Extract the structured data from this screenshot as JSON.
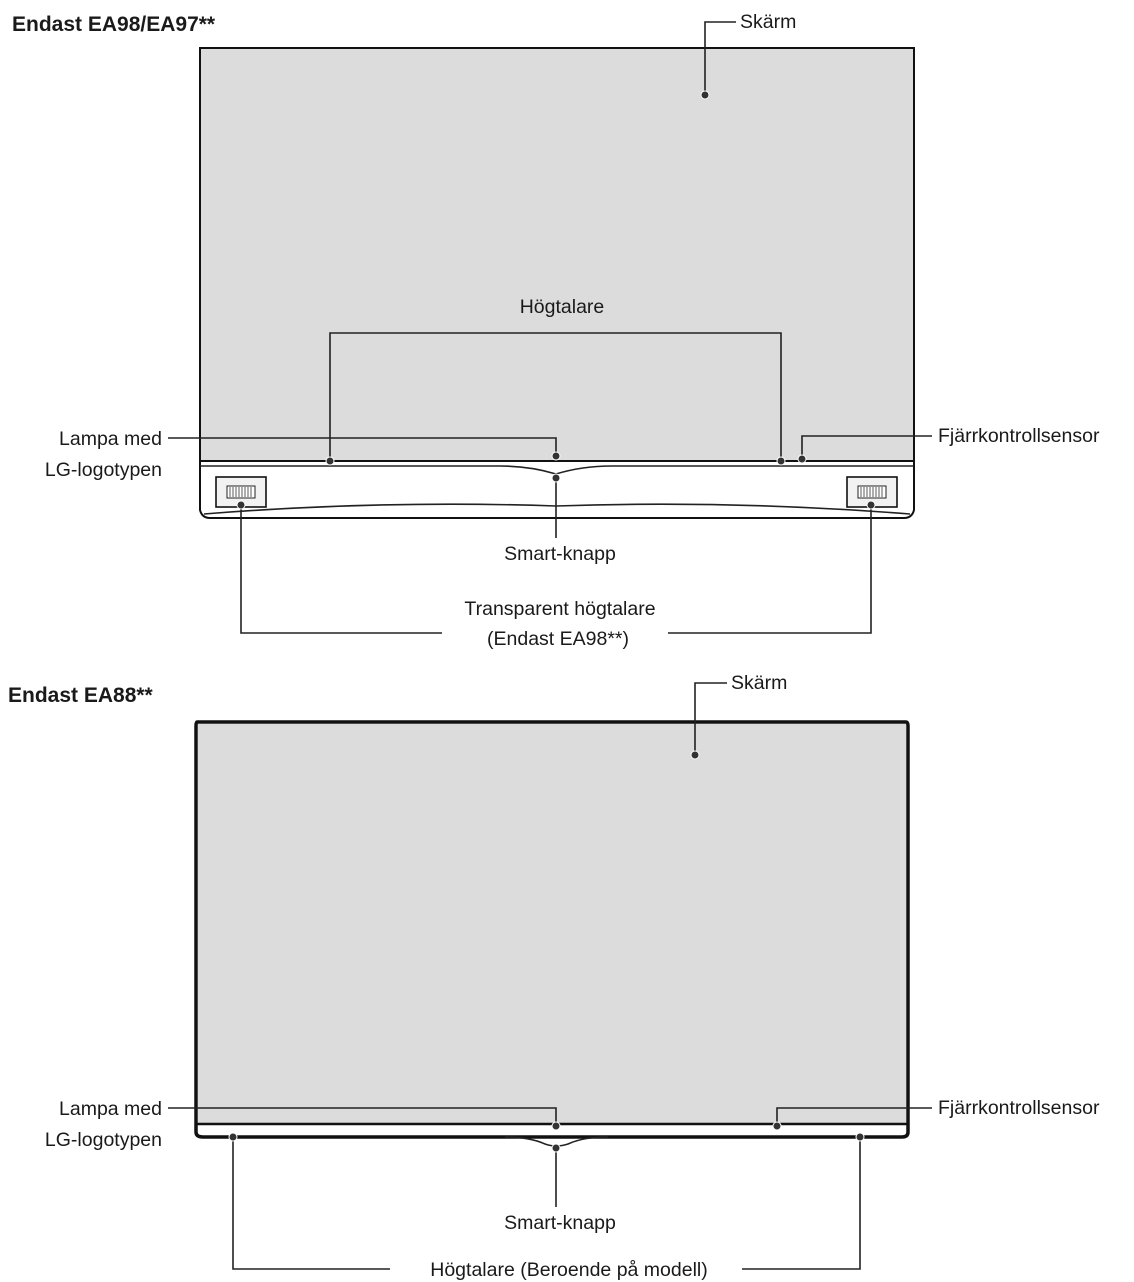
{
  "colors": {
    "screen_fill": "#dcdcdc",
    "outline": "#111111",
    "leader": "#222222"
  },
  "sections": {
    "ea98": {
      "heading": "Endast EA98/EA97**",
      "labels": {
        "screen": "Skärm",
        "speakers": "Högtalare",
        "lamp_line1": "Lampa med",
        "lamp_line2": "LG-logotypen",
        "remote_sensor": "Fjärrkontrollsensor",
        "smart_button": "Smart-knapp",
        "transparent_speaker_line1": "Transparent högtalare",
        "transparent_speaker_line2": "(Endast EA98**)"
      }
    },
    "ea88": {
      "heading": "Endast EA88**",
      "labels": {
        "screen": "Skärm",
        "lamp_line1": "Lampa med",
        "lamp_line2": "LG-logotypen",
        "remote_sensor": "Fjärrkontrollsensor",
        "smart_button": "Smart-knapp",
        "speakers": "Högtalare (Beroende på modell)"
      }
    }
  }
}
